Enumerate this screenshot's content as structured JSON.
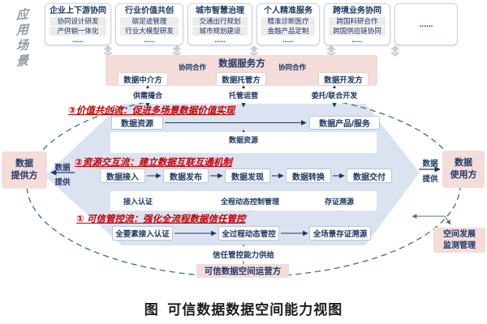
{
  "app_scenarios_label": "应用场景",
  "scenarios": [
    {
      "title": "企业上下游协同",
      "items": [
        "协同设计研发",
        "产供销一体化",
        "......"
      ]
    },
    {
      "title": "行业价值共创",
      "items": [
        "碳足迹管理",
        "行业大模型研发",
        "......"
      ]
    },
    {
      "title": "城市智慧治理",
      "items": [
        "交通出行规划",
        "城市规划建设",
        "......"
      ]
    },
    {
      "title": "个人精准服务",
      "items": [
        "精准诊断医疗",
        "金融产品定制",
        "......"
      ]
    },
    {
      "title": "跨境业务协同",
      "items": [
        "跨国科研合作",
        "跨国供应链协同",
        "......"
      ]
    },
    {
      "title": "......",
      "items": []
    }
  ],
  "service_band": {
    "title": "数据服务方",
    "roles": [
      "数据中介方",
      "数据托管方",
      "数据开发方"
    ],
    "link_label": "协同合作",
    "functions": [
      "供需撮合",
      "托管运营",
      "委托/联合开发"
    ]
  },
  "flow3": {
    "title": "③价值共创流：促进多场景数据价值实现",
    "from": "数据资源",
    "to": "数据产品/服务"
  },
  "strip_resource": "数据资源",
  "flow2": {
    "title": "②资源交互流：建立数据互联互通机制",
    "steps": [
      "数据接入",
      "数据发布",
      "数据发现",
      "数据转换",
      "数据交付"
    ]
  },
  "strip_control": [
    "接入认证",
    "全程动态控制管理",
    "存证溯源"
  ],
  "flow1": {
    "title": "① 可信管控流：强化全流程数据信任管控",
    "steps": [
      "全要素接入认证",
      "全过程动态管控",
      "全场景存证溯源"
    ]
  },
  "strip_trust": "信任管控能力供给",
  "actors": {
    "provider_lines": [
      "数据",
      "提供方"
    ],
    "consumer_lines": [
      "数据",
      "使用方"
    ],
    "operator": "可信数据空间运营方",
    "monitor_lines": [
      "空间发展",
      "监测管理"
    ],
    "provide_label_lines": [
      "数据",
      "提供"
    ]
  },
  "caption": "图  可信数据数据空间能力视图",
  "colors": {
    "pink": "#f3dcda",
    "navy": "#1f3864",
    "red": "#c00000",
    "chevron": "#dce3f0",
    "row_gray": "#ececec",
    "ellipse": "#3c6899"
  }
}
